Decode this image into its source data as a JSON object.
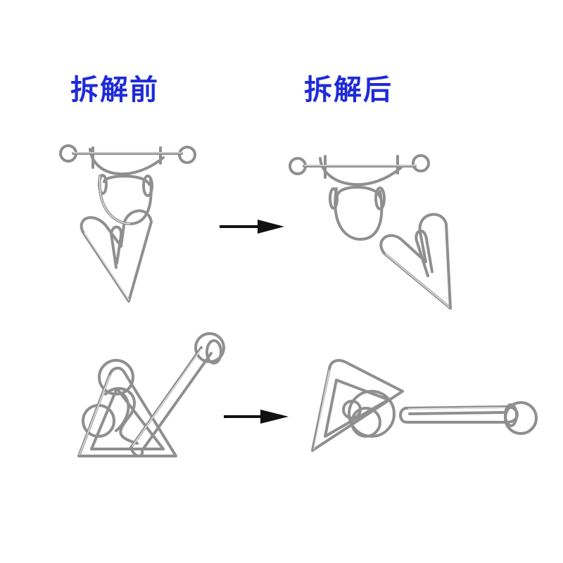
{
  "labels": {
    "before": "拆解前",
    "after": "拆解后"
  },
  "colors": {
    "label": "#1f2bd6",
    "arrow": "#111111",
    "wire": "#8f8f8f",
    "wire_highlight": "#e9e9e9"
  },
  "arrows": [
    "arrow-right",
    "arrow-right"
  ]
}
